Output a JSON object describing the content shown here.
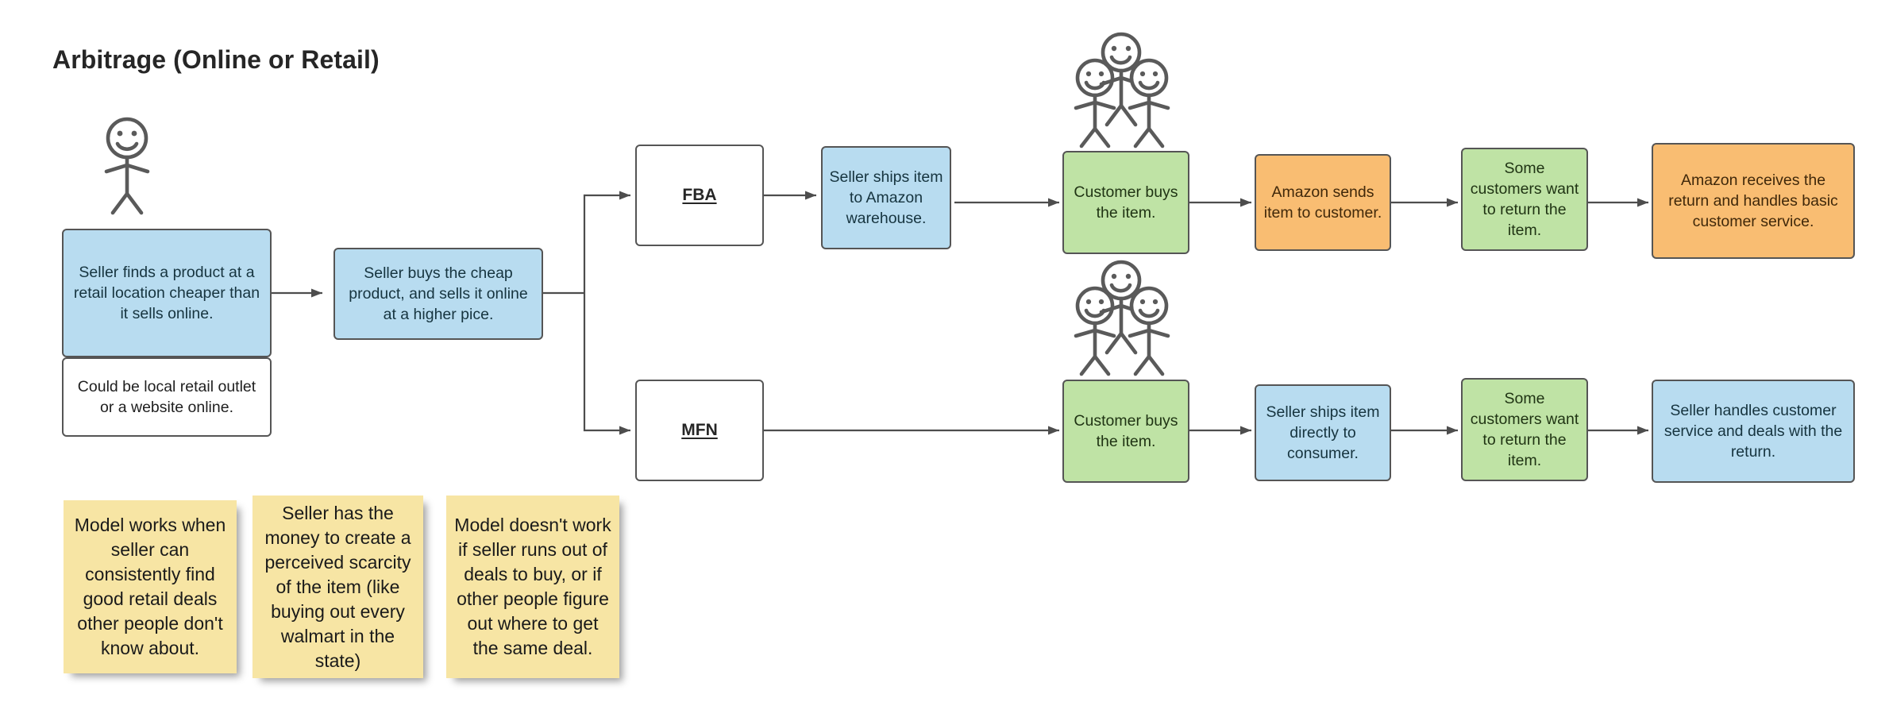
{
  "page": {
    "title": "Arbitrage (Online or Retail)",
    "background_color": "#ffffff",
    "palette": {
      "blue": "#b8dcf0",
      "green": "#bfe3a5",
      "orange": "#f9bd72",
      "white": "#ffffff",
      "sticky_yellow": "#f7e5a4",
      "stroke": "#555555",
      "connector": "#4d4d4d",
      "title_text": "#262626"
    }
  },
  "actors": {
    "seller": {
      "name": "seller-stick-figure",
      "count": 1
    },
    "customers_fba": {
      "name": "customers-stick-figures",
      "count": 3
    },
    "customers_mfn": {
      "name": "customers-stick-figures",
      "count": 3
    }
  },
  "nodes": {
    "seller_finds": "Seller finds a product at a retail location cheaper than it sells online.",
    "could_be_local": "Could be local retail outlet or a website online.",
    "seller_buys": "Seller buys the cheap product, and sells it online at a higher pice.",
    "fba": "FBA",
    "mfn": "MFN",
    "seller_ships_warehouse": "Seller ships item to Amazon warehouse.",
    "customer_buys_fba": "Customer buys the item.",
    "amazon_sends": "Amazon sends item to customer.",
    "some_customers_return_fba": "Some customers want to return the item.",
    "amazon_receives_return": "Amazon receives the return and handles basic customer service.",
    "customer_buys_mfn": "Customer buys the item.",
    "seller_ships_direct": "Seller ships item directly to consumer.",
    "some_customers_return_mfn": "Some customers want to return the item.",
    "seller_handles_return": "Seller handles customer service and deals with the return."
  },
  "sticky_notes": [
    "Model works when seller can consistently find good retail deals other people don't know about.",
    "Seller has the money to create a perceived scarcity of the item (like buying out every walmart in the state)",
    "Model doesn't work if seller runs out of deals to buy, or if other people figure out where to get the same deal."
  ]
}
